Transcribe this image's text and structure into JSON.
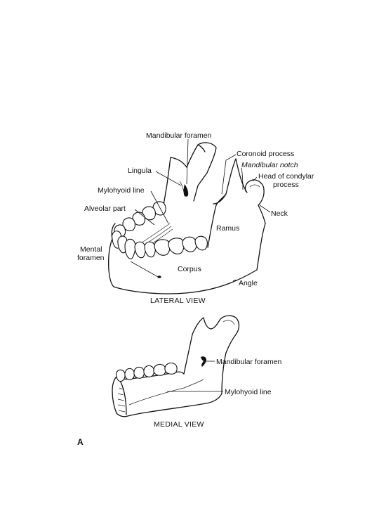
{
  "lateral_view": {
    "caption": "LATERAL VIEW",
    "labels": {
      "mandibular_foramen": "Mandibular foramen",
      "coronoid_process": "Coronoid process",
      "mandibular_notch": "Mandibular notch",
      "head_of_condylar_process_line1": "Head of condylar",
      "head_of_condylar_process_line2": "process",
      "lingula": "Lingula",
      "mylohyoid_line": "Mylohyoid line",
      "alveolar_part": "Alveolar part",
      "neck": "Neck",
      "ramus": "Ramus",
      "mental_foramen_line1": "Mental",
      "mental_foramen_line2": "foramen",
      "corpus": "Corpus",
      "angle": "Angle"
    }
  },
  "medial_view": {
    "caption": "MEDIAL VIEW",
    "labels": {
      "mandibular_foramen": "Mandibular foramen",
      "mylohyoid_line": "Mylohyoid line"
    }
  },
  "panel_letter": "A"
}
